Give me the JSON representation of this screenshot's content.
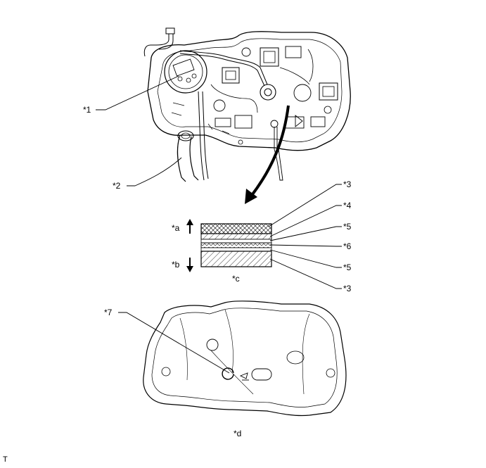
{
  "callouts": {
    "c1": "*1",
    "c2": "*2",
    "c3_top": "*3",
    "c4": "*4",
    "c5_top": "*5",
    "c6": "*6",
    "c5_bottom": "*5",
    "c3_bottom": "*3",
    "c7": "*7",
    "ca": "*a",
    "cb": "*b",
    "cc": "*c",
    "cd": "*d"
  },
  "footer_mark": "T"
}
